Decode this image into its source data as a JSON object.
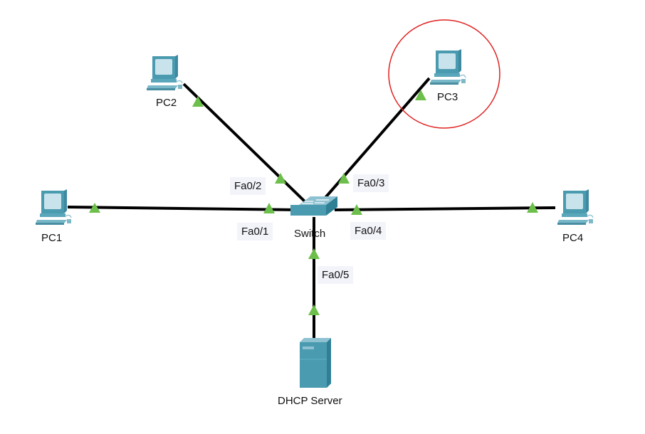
{
  "topology": {
    "devices": {
      "pc1": {
        "label": "PC1",
        "type": "pc"
      },
      "pc2": {
        "label": "PC2",
        "type": "pc"
      },
      "pc3": {
        "label": "PC3",
        "type": "pc",
        "highlighted": true
      },
      "pc4": {
        "label": "PC4",
        "type": "pc"
      },
      "switch": {
        "label": "Switch",
        "type": "switch"
      },
      "server": {
        "label": "DHCP Server",
        "type": "server"
      }
    },
    "links": [
      {
        "from": "switch",
        "to": "pc1",
        "port": "Fa0/1"
      },
      {
        "from": "switch",
        "to": "pc2",
        "port": "Fa0/2"
      },
      {
        "from": "switch",
        "to": "pc3",
        "port": "Fa0/3"
      },
      {
        "from": "switch",
        "to": "pc4",
        "port": "Fa0/4"
      },
      {
        "from": "switch",
        "to": "server",
        "port": "Fa0/5"
      }
    ],
    "link_status_color": "#6cbf4a",
    "highlight_color": "#e02020",
    "device_color": "#4a9bb0"
  }
}
